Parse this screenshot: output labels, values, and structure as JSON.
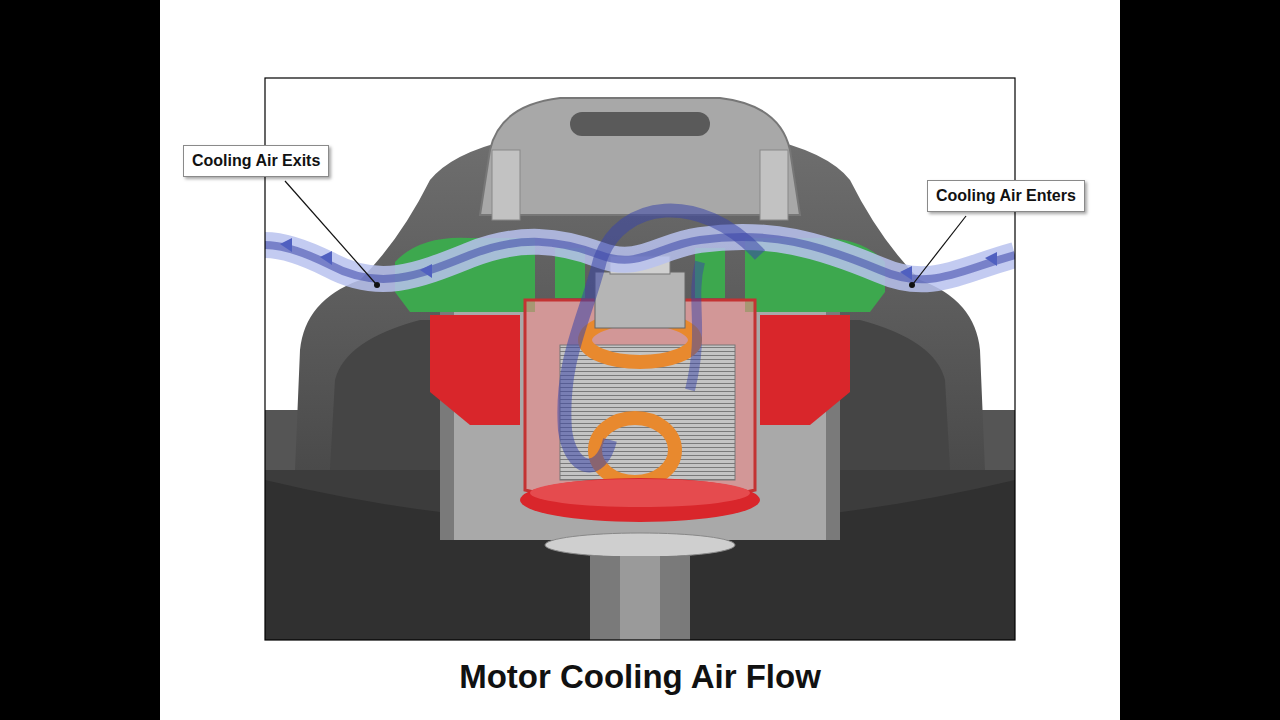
{
  "diagram": {
    "caption": "Motor Cooling Air Flow",
    "nodes": [
      {
        "text": [
          "Cooling Air Exits"
        ]
      },
      {
        "text": [
          "Cooling Air Enters"
        ]
      }
    ]
  }
}
